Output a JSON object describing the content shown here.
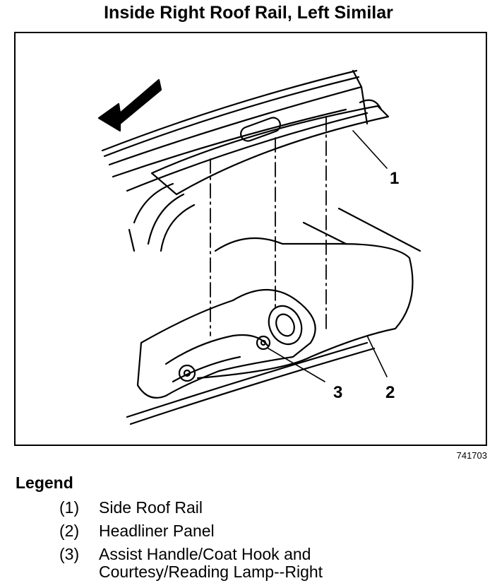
{
  "title": "Inside Right Roof Rail, Left Similar",
  "figure_id": "741703",
  "callouts": [
    "1",
    "2",
    "3"
  ],
  "legend": {
    "heading": "Legend",
    "items": [
      {
        "num": "(1)",
        "text": "Side Roof Rail"
      },
      {
        "num": "(2)",
        "text": "Headliner Panel"
      },
      {
        "num": "(3)",
        "text": "Assist Handle/Coat Hook and Courtesy/Reading Lamp--Right"
      }
    ]
  }
}
